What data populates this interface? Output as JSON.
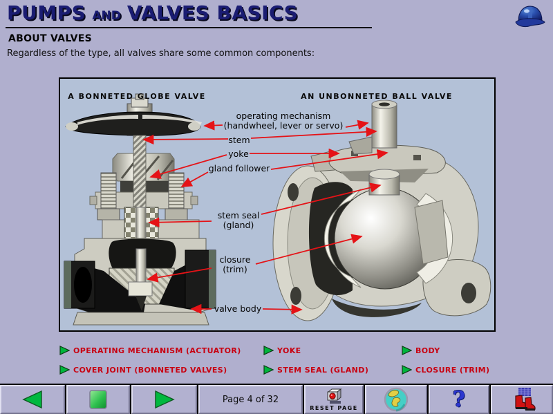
{
  "header": {
    "title_word1": "PUMPS",
    "title_word2": "AND",
    "title_word3": "VALVES BASICS",
    "section_title": "ABOUT VALVES",
    "intro_text": "Regardless of the type, all valves share some common components:"
  },
  "diagram": {
    "left_valve_title": "A BONNETED GLOBE VALVE",
    "right_valve_title": "AN UNBONNETED BALL VALVE",
    "labels": {
      "operating_mechanism": {
        "line1": "operating mechanism",
        "line2": "(handwheel, lever or servo)"
      },
      "stem": "stem",
      "yoke": "yoke",
      "gland_follower": "gland follower",
      "stem_seal": {
        "line1": "stem seal",
        "line2": "(gland)"
      },
      "closure": {
        "line1": "closure",
        "line2": "(trim)"
      },
      "valve_body": "valve body"
    }
  },
  "menu": {
    "items": [
      {
        "label": "OPERATING MECHANISM (ACTUATOR)"
      },
      {
        "label": "YOKE"
      },
      {
        "label": "BODY"
      },
      {
        "label": "COVER JOINT (BONNETED VALVES)"
      },
      {
        "label": "STEM SEAL (GLAND)"
      },
      {
        "label": "CLOSURE (TRIM)"
      }
    ]
  },
  "navbar": {
    "page_indicator": "Page 4 of 32",
    "reset_button_label": "RESET PAGE",
    "help_glyph": "?"
  },
  "colors": {
    "page_background": "#b0afce",
    "panel_background": "#b3c1d7",
    "title_navy": "#1a1c72",
    "menu_red": "#c80111",
    "arrow_green": "#00b53c",
    "callout_red": "#e51317"
  },
  "icons": {
    "logo": "hard-hat-icon",
    "nav": [
      "prev-icon",
      "stop-icon",
      "next-icon",
      "reset-icon",
      "globe-icon",
      "help-icon",
      "exit-icon"
    ],
    "menu_bullet": "menu-arrow-icon"
  }
}
